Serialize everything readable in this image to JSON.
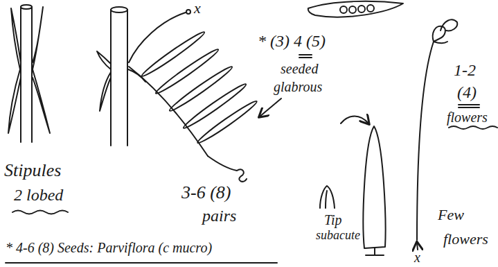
{
  "diagram": {
    "labels": [
      "x",
      "* (3) 4 (5)",
      "seeded",
      "glabrous",
      "1-2",
      "(4)",
      "flowers",
      "x",
      "Stipules",
      "2 lobed",
      "3-6 (8)",
      "pairs",
      "Tip",
      "subacute",
      "Few",
      "flowers",
      "* 4-6 (8) Seeds: Parviflora (c mucro)"
    ]
  }
}
